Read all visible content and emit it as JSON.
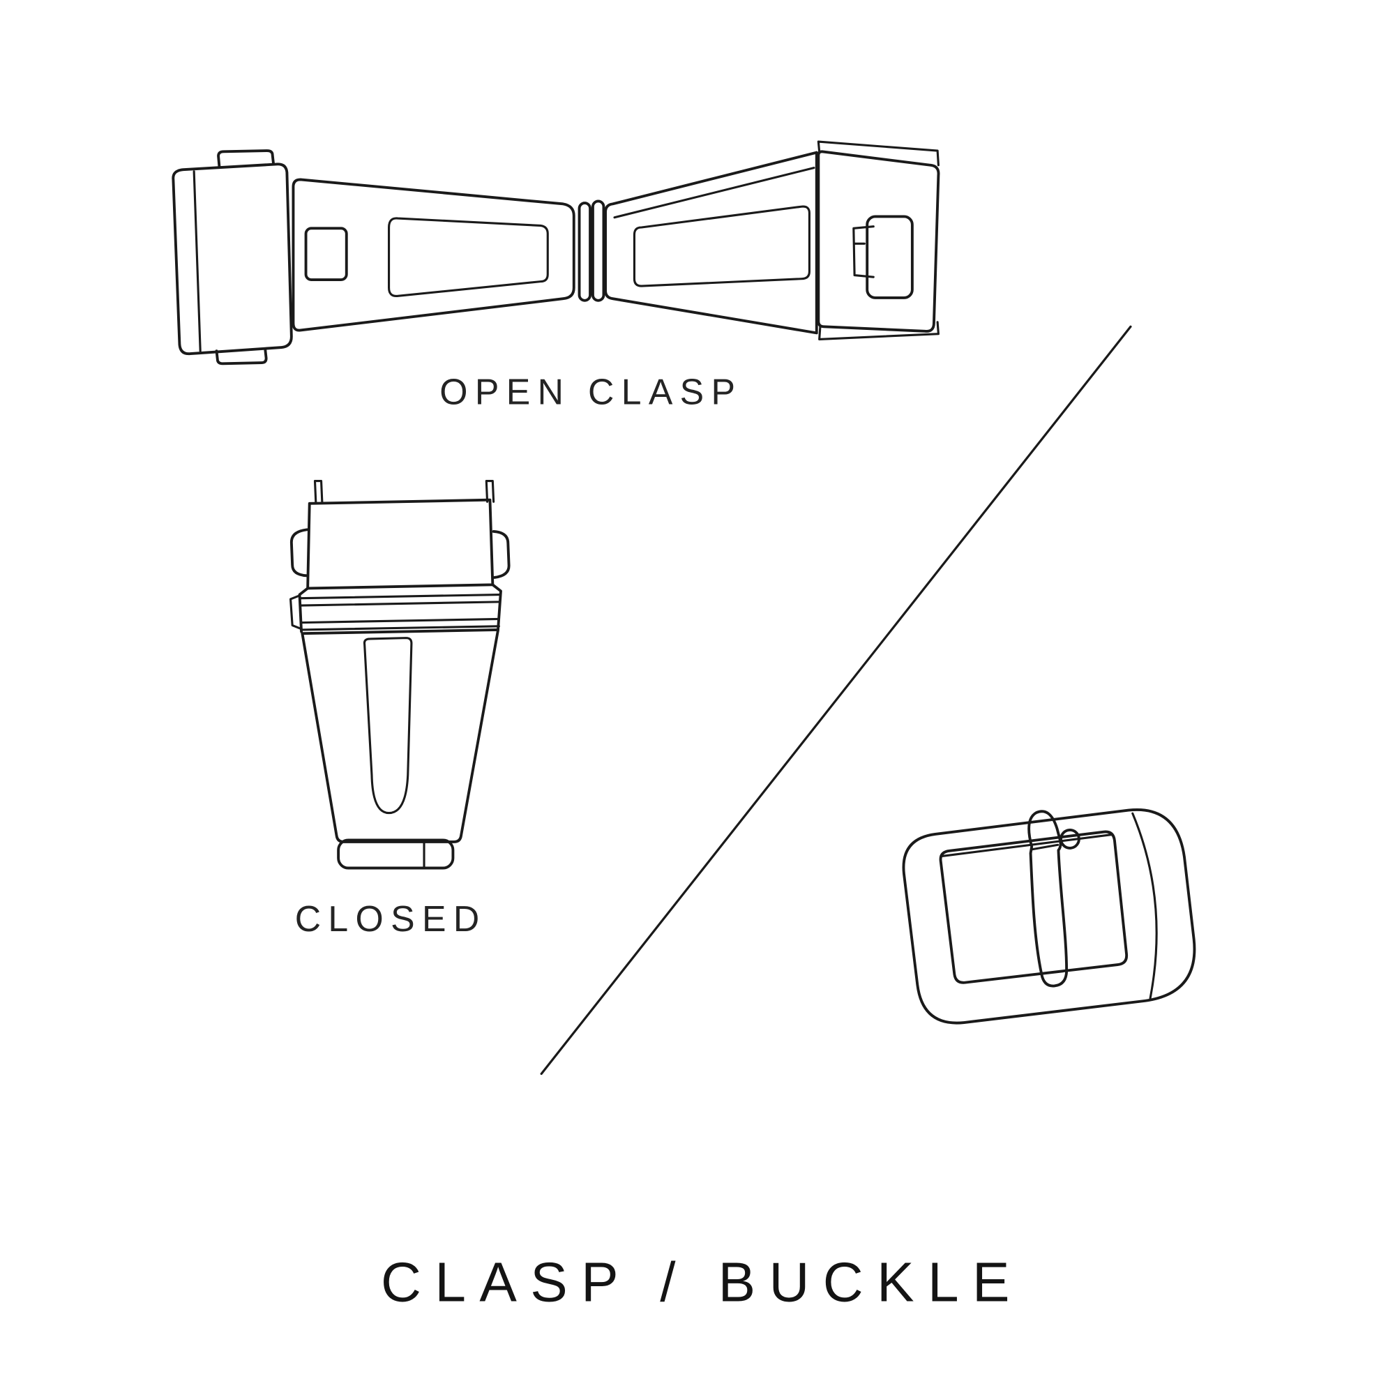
{
  "labels": {
    "open_clasp": "OPEN CLASP",
    "closed": "CLOSED",
    "title": "CLASP / BUCKLE"
  },
  "figures": [
    {
      "name": "open-clasp",
      "label": "OPEN CLASP"
    },
    {
      "name": "closed-clasp",
      "label": "CLOSED"
    },
    {
      "name": "buckle",
      "label": ""
    }
  ],
  "colors": {
    "line": "#1a1a1a",
    "background": "#ffffff"
  }
}
